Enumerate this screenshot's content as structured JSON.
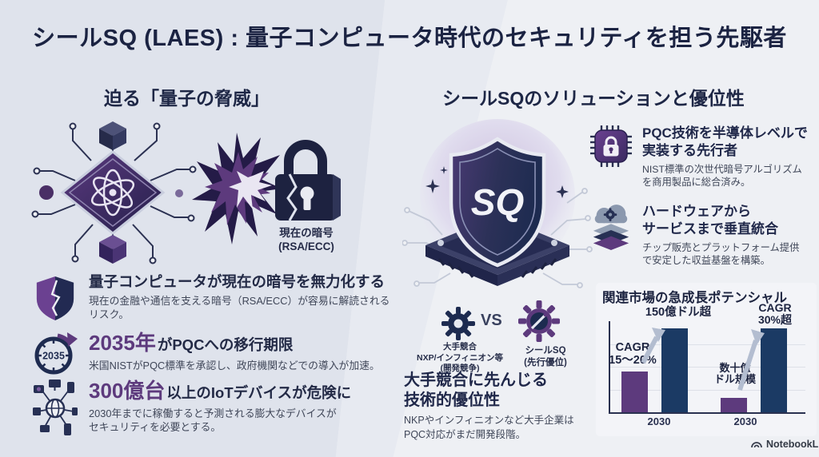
{
  "page": {
    "title": "シールSQ (LAES) : 量子コンピュータ時代のセキュリティを担う先駆者"
  },
  "colors": {
    "purple": "#5d3a7d",
    "navy": "#1b3a64",
    "title_navy": "#1b2342",
    "body_text": "#3f4658",
    "arrow_gray": "#b3bdd0"
  },
  "left": {
    "heading": "迫る「量子の脅威」",
    "illustration": {
      "lock_caption": "現在の暗号\n(RSA/ECC)"
    },
    "bullets": [
      {
        "icon": "broken-shield-icon",
        "highlight": "",
        "title": "量子コンピュータが現在の暗号を無力化する",
        "desc": "現在の金融や通信を支える暗号（RSA/ECC）が容易に解読されるリスク。"
      },
      {
        "icon": "clock-2035-icon",
        "clock_label": "2035",
        "highlight": "2035年",
        "title": "がPQCへの移行期限",
        "desc": "米国NISTがPQC標準を承認し、政府機関などでの導入が加速。"
      },
      {
        "icon": "iot-network-icon",
        "highlight": "300億台",
        "title": "以上のIoTデバイスが危険に",
        "desc": "2030年までに稼働すると予測される膨大なデバイスが\nセキュリティを必要とする。"
      }
    ]
  },
  "right": {
    "heading": "シールSQのソリューションと優位性",
    "shield_label": "SQ",
    "features": [
      {
        "icon": "chip-lock-icon",
        "title": "PQC技術を半導体レベルで\n実装する先行者",
        "desc": "NIST標準の次世代暗号アルゴリズム\nを商用製品に総合済み。"
      },
      {
        "icon": "cloud-stack-icon",
        "title": "ハードウェアから\nサービスまで垂直統合",
        "desc": "チップ販売とプラットフォーム提供\nで安定した収益基盤を構築。"
      }
    ],
    "versus": {
      "left_label": "大手競合\nNXP/インフィニオン等\n(開発競争)",
      "vs": "VS",
      "right_label": "シールSQ\n(先行優位)"
    },
    "advantage": {
      "title": "大手競合に先んじる\n技術的優位性",
      "desc": "NKPやインフィニオンなど大手企業は\nPQC対応がまだ開発段階。"
    }
  },
  "chart_data": {
    "type": "bar",
    "title": "関連市場の急成長ポテンシャル",
    "grid": true,
    "legend": "none",
    "groups": [
      {
        "x_label": "2030",
        "bars": [
          {
            "color": "purple",
            "rel_height": 0.45,
            "label": "CAGR\n15～20%"
          },
          {
            "color": "navy",
            "rel_height": 0.92,
            "label": "150億ドル超"
          }
        ]
      },
      {
        "x_label": "2030",
        "bars": [
          {
            "color": "purple",
            "rel_height": 0.16,
            "label": "数十億\nドル規模"
          },
          {
            "color": "navy",
            "rel_height": 0.92,
            "label": "CAGR\n30%超"
          }
        ]
      }
    ]
  },
  "footer": {
    "brand": "NotebookLM"
  }
}
